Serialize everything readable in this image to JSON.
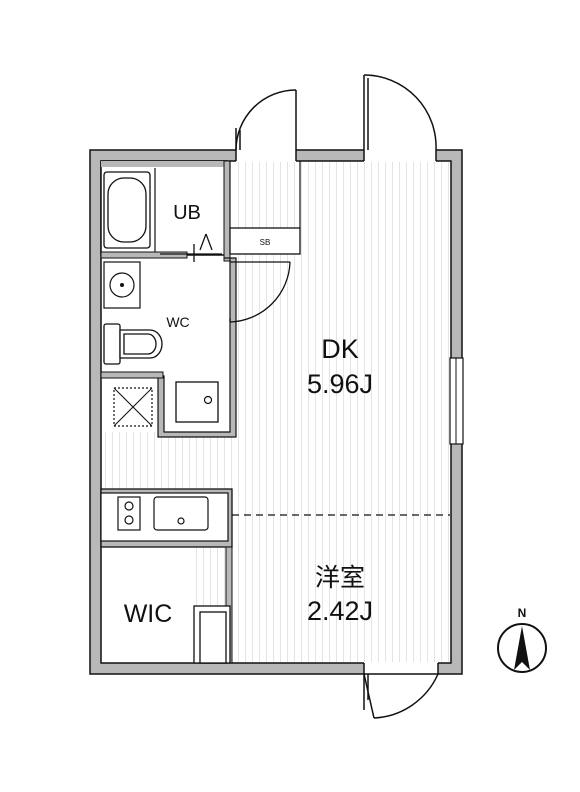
{
  "rooms": {
    "unit_bath": "UB",
    "shoe_box": "SB",
    "toilet": "WC",
    "dining_kitchen": {
      "name": "DK",
      "area": "5.96J"
    },
    "western_room": {
      "name": "洋室",
      "area": "2.42J"
    },
    "walk_in_closet": "WIC"
  },
  "compass": {
    "north_label": "N"
  },
  "colors": {
    "wall": "#b8b8b8",
    "line": "#111111",
    "floor_line": "#e4e4e4"
  }
}
